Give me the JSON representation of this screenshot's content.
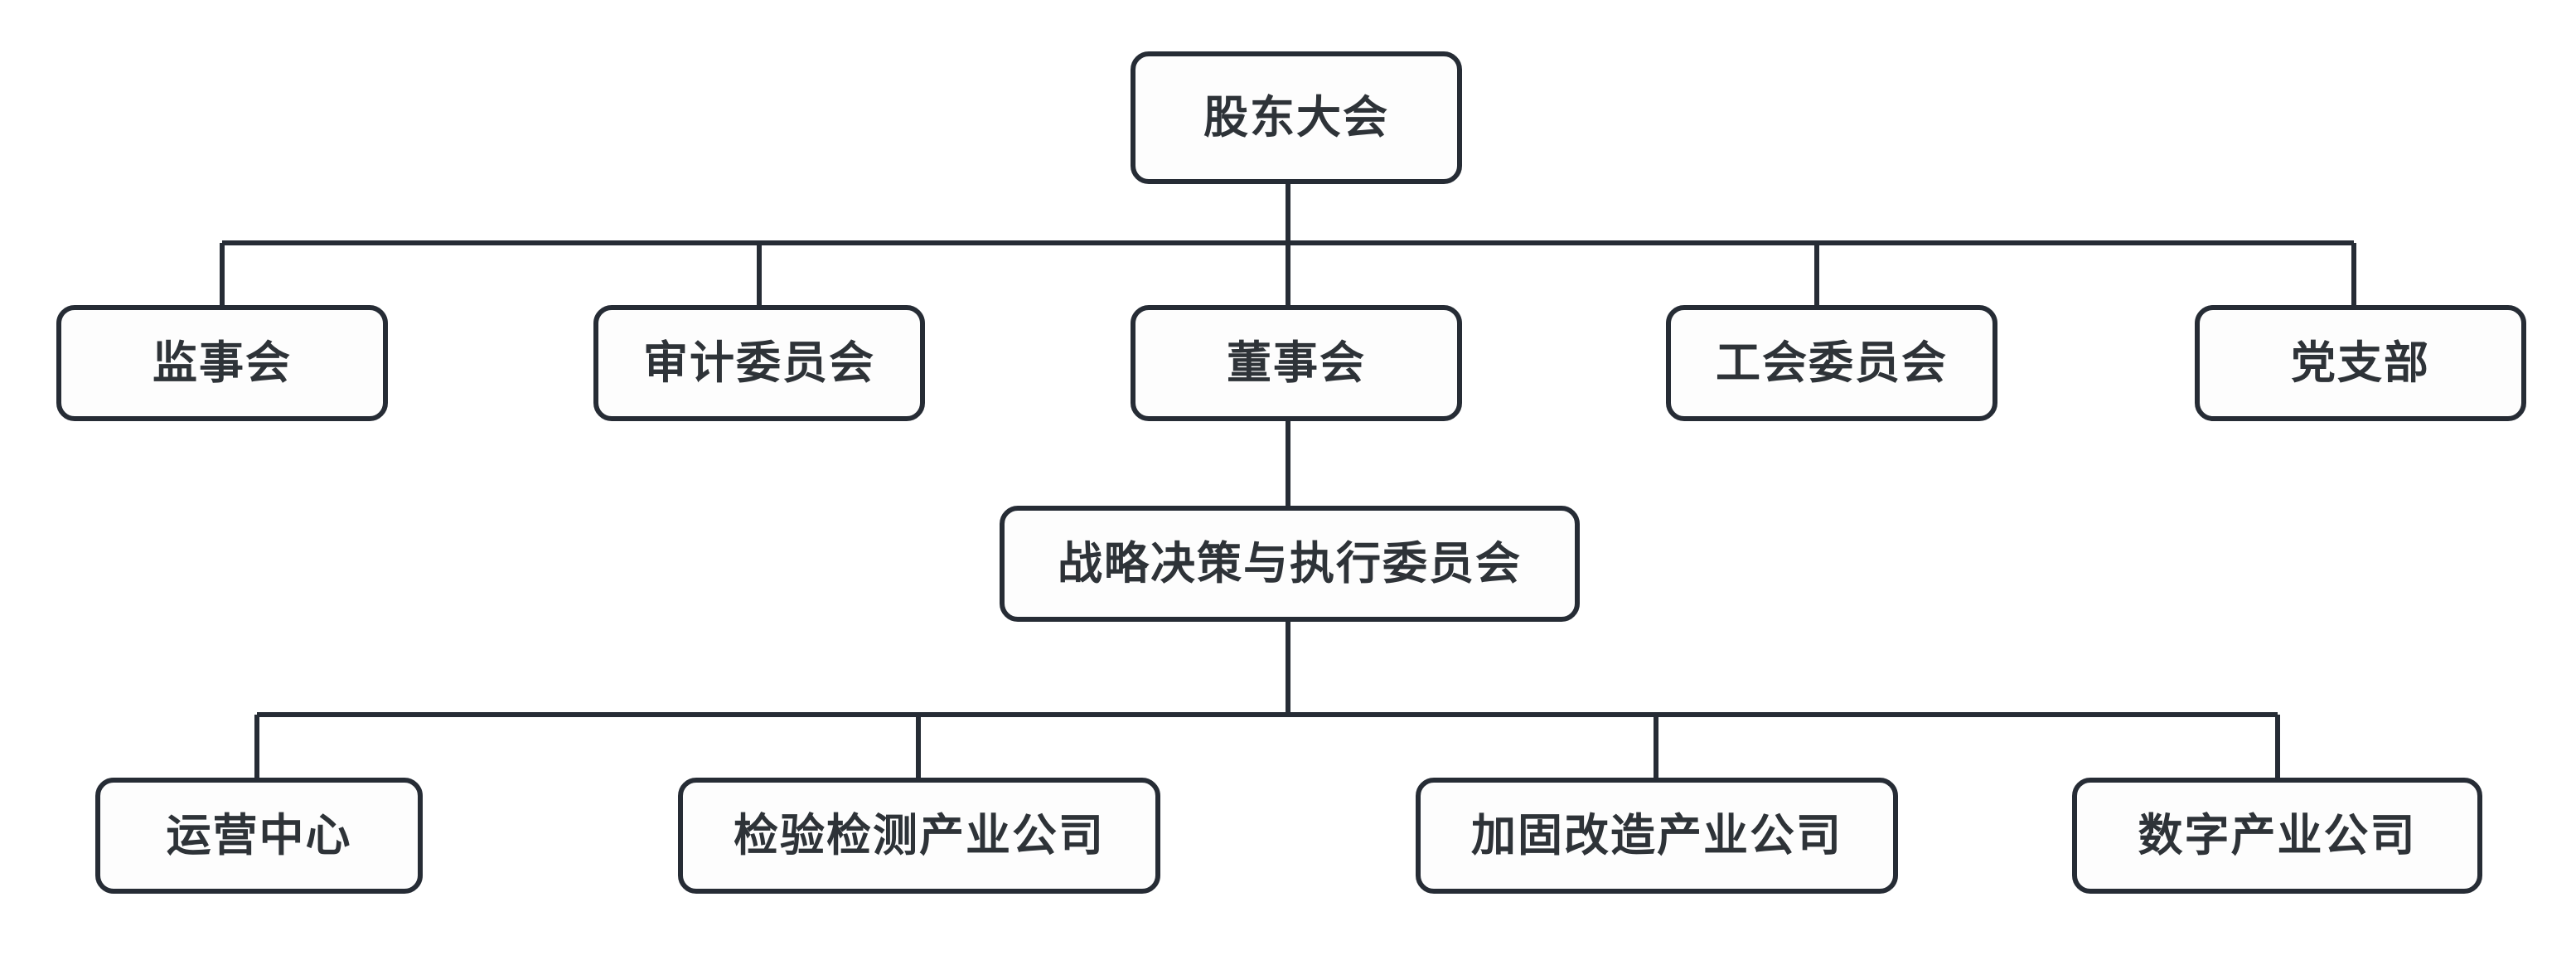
{
  "diagram": {
    "title_text": "",
    "type": "organization-chart",
    "stroke_color": "#262c35",
    "box_fill_color": "#fdfdfd",
    "text_color": "#2e3338",
    "background_color": "#ffffff",
    "levels": [
      {
        "level": 1,
        "nodes": [
          {
            "id": "shareholders",
            "label": "股东大会"
          }
        ]
      },
      {
        "level": 2,
        "nodes": [
          {
            "id": "supervisors",
            "label": "监事会"
          },
          {
            "id": "audit",
            "label": "审计委员会"
          },
          {
            "id": "board",
            "label": "董事会"
          },
          {
            "id": "union",
            "label": "工会委员会"
          },
          {
            "id": "party",
            "label": "党支部"
          }
        ]
      },
      {
        "level": 3,
        "nodes": [
          {
            "id": "strategy",
            "label": "战略决策与执行委员会"
          }
        ]
      },
      {
        "level": 4,
        "nodes": [
          {
            "id": "operations",
            "label": "运营中心"
          },
          {
            "id": "inspection",
            "label": "检验检测产业公司"
          },
          {
            "id": "reinforcement",
            "label": "加固改造产业公司"
          },
          {
            "id": "digital",
            "label": "数字产业公司"
          }
        ]
      }
    ],
    "edges": [
      {
        "from": "shareholders",
        "to": "supervisors"
      },
      {
        "from": "shareholders",
        "to": "audit"
      },
      {
        "from": "shareholders",
        "to": "board"
      },
      {
        "from": "shareholders",
        "to": "union"
      },
      {
        "from": "shareholders",
        "to": "party"
      },
      {
        "from": "board",
        "to": "strategy"
      },
      {
        "from": "strategy",
        "to": "operations"
      },
      {
        "from": "strategy",
        "to": "inspection"
      },
      {
        "from": "strategy",
        "to": "reinforcement"
      },
      {
        "from": "strategy",
        "to": "digital"
      }
    ]
  }
}
